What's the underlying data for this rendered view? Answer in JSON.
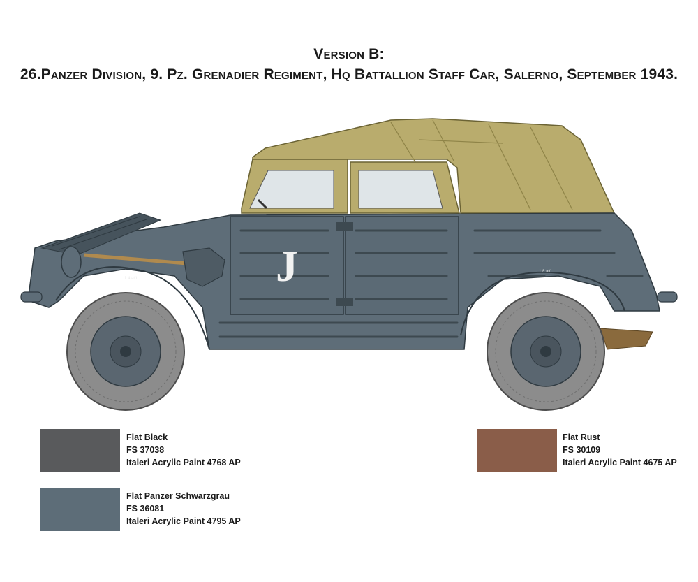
{
  "header": {
    "version": "Version B:",
    "description": "26.Panzer Division, 9. Pz. Grenadier Regiment, Hq Battallion Staff Car,  Salerno, September 1943."
  },
  "vehicle": {
    "door_marking": "J",
    "front_plate": "1.4 atü",
    "rear_plate": "1.8 atü",
    "colors": {
      "body": "#5e6d78",
      "body_dark": "#46535c",
      "canvas": "#b9ac6d",
      "canvas_dark": "#8f8448",
      "tire": "#8c8c8c",
      "rim": "#5a6670",
      "rust": "#8a6a3d"
    }
  },
  "legend": [
    {
      "name": "Flat Black",
      "fs": "FS 37038",
      "paint": "Italeri Acrylic Paint 4768 AP",
      "color": "#595a5c"
    },
    {
      "name": "Flat Panzer Schwarzgrau",
      "fs": "FS 36081",
      "paint": "Italeri Acrylic Paint 4795 AP",
      "color": "#5d6d78"
    },
    {
      "name": "Flat Rust",
      "fs": "FS 30109",
      "paint": "Italeri Acrylic Paint 4675 AP",
      "color": "#8a5d49"
    }
  ]
}
